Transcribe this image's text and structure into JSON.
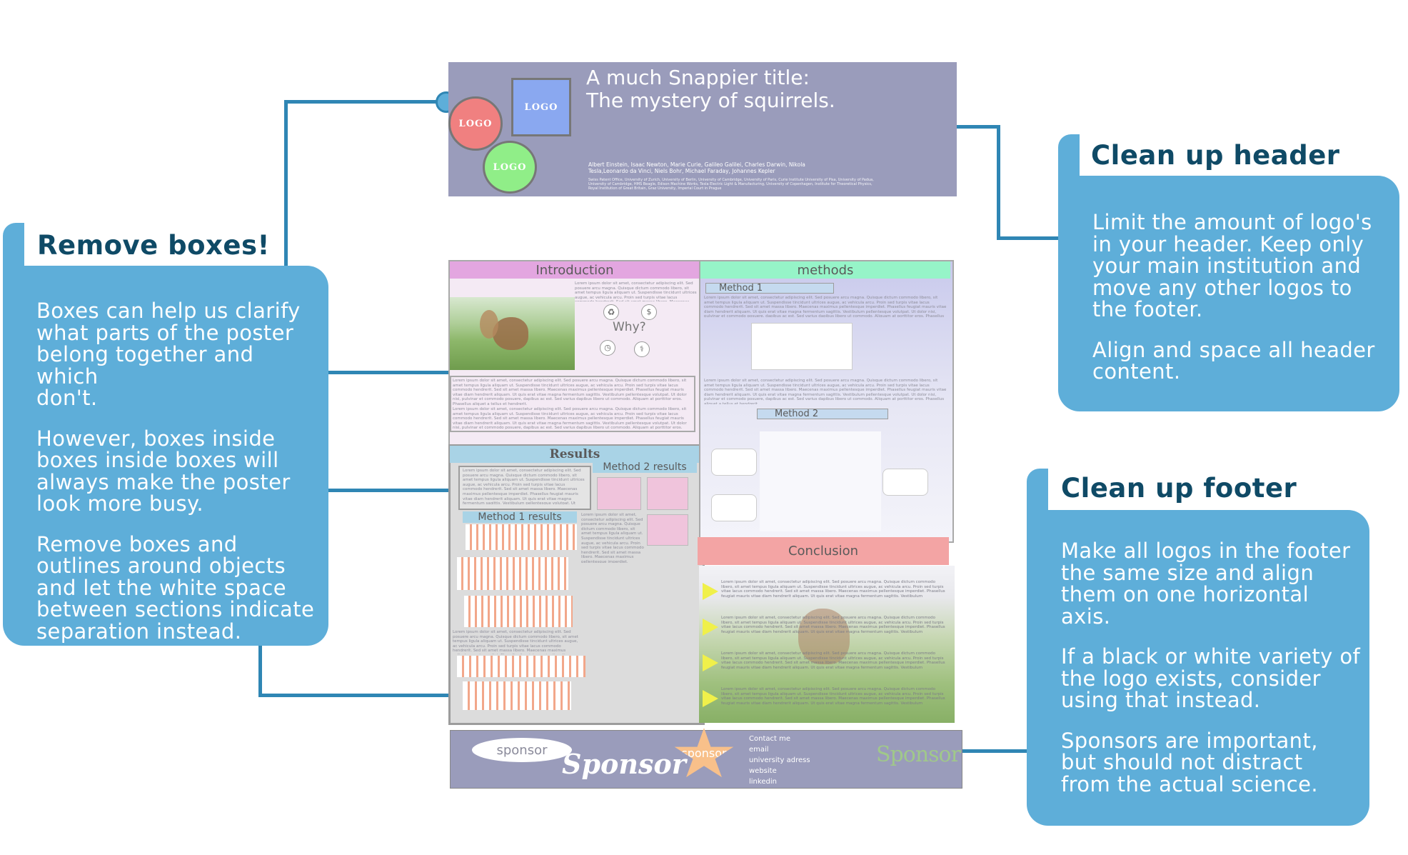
{
  "poster": {
    "header": {
      "title": "A much Snappier title:\nThe mystery of squirrels.",
      "authors": "Albert Einstein, Isaac Newton, Marie Curie, Galileo Galilei, Charles Darwin, Nikola Tesla,Leonardo da Vinci, Niels Bohr, Michael Faraday, Johannes Kepler",
      "affiliations": "Swiss Patent Office, University of Zurich, University of Berlin, University of Cambridge, University of Paris, Curie Institute University of Pisa, University of Padua, University of Cambridge, HMS Beagle, Edison Machine Works, Tesla Electric Light & Manufacturing, University of Copenhagen, Institute for Theoretical Physics, Royal Institution of Great Britain, Graz University, Imperial Court in Prague",
      "logos": [
        "LOGO",
        "LOGO",
        "LOGO"
      ]
    },
    "sections": {
      "introduction": "Introduction",
      "why": "Why?",
      "methods": "methods",
      "method1": "Method 1",
      "method2": "Method 2",
      "results": "Results",
      "method2_results": "Method 2 results",
      "method1_results": "Method 1 results",
      "conclusion": "Conclusion"
    },
    "filler_text": "Lorem ipsum dolor sit amet, consectetur adipiscing elit. Sed posuere arcu magna. Quisque dictum commodo libero, sit amet tempus ligula aliquam ut. Suspendisse tincidunt ultrices augue, ac vehicula arcu. Proin sed turpis vitae lacus commodo hendrerit. Sed sit amet massa libero. Maecenas maximus pellentesque imperdiet. Phasellus feugiat mauris vitae diam hendrerit aliquam. Ut quis erat vitae magna fermentum sagittis. Vestibulum pellentesque volutpat. Ut dolor nisi, pulvinar et commodo posuere, dapibus ac est. Sed varius dapibus libero ut commodo. Aliquam at porttitor eros. Phasellus aliquet a tellus et hendrerit.",
    "footer": {
      "sponsor_oval": "sponsor",
      "sponsor_script": "Sponsor",
      "sponsor_star": "sponsor",
      "contact": [
        "Contact me",
        "email",
        "university adress",
        "website",
        "linkedin"
      ],
      "sponsor_right": "Sponsor"
    }
  },
  "callouts": {
    "remove_boxes": {
      "title": "Remove boxes!",
      "paragraphs": [
        "Boxes can help us clarify\nwhat parts of the poster\nbelong together and which\ndon't.",
        "However, boxes inside\nboxes inside boxes will\nalways make the poster\nlook more busy.",
        "Remove boxes and\noutlines around objects\nand let the white space\nbetween sections indicate\nseparation instead."
      ]
    },
    "clean_header": {
      "title": "Clean up header",
      "paragraphs": [
        "Limit the amount of logo's\nin your header. Keep only\nyour main institution and\nmove any other logos  to\nthe footer.",
        "Align and space all header\ncontent."
      ]
    },
    "clean_footer": {
      "title": "Clean up footer",
      "paragraphs": [
        "Make all logos in the footer\nthe same size and align\nthem on one horizontal\naxis.",
        "If a black or white variety of\nthe logo exists, consider\nusing that instead.",
        "Sponsors are important,\nbut should not distract\nfrom the actual science."
      ]
    }
  },
  "colors": {
    "callout": "#5eaed9",
    "callout_title": "#0f4a66",
    "connector": "#2f86b4",
    "poster_header": "#9a9cbb"
  }
}
